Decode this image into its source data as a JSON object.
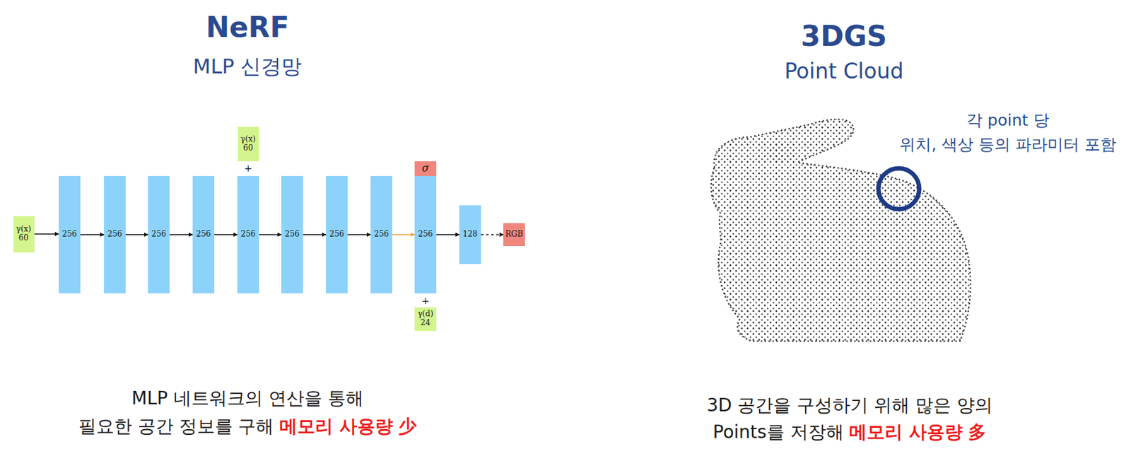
{
  "diagram": {
    "nodes": [
      {
        "text": [
          "γ(x)",
          "60"
        ]
      },
      {
        "text": [
          "256"
        ]
      },
      {
        "text": [
          "256"
        ]
      },
      {
        "text": [
          "256"
        ]
      },
      {
        "text": [
          "256"
        ]
      },
      {
        "text": [
          "γ(x)",
          "60"
        ]
      },
      {
        "text": [
          "256"
        ]
      },
      {
        "text": [
          "256"
        ]
      },
      {
        "text": [
          "256"
        ]
      },
      {
        "text": [
          "256"
        ]
      },
      {
        "text": [
          "σ"
        ]
      },
      {
        "text": [
          "256"
        ]
      },
      {
        "text": [
          "γ(d)",
          "24"
        ]
      },
      {
        "text": [
          "128"
        ]
      },
      {
        "text": [
          "RGB"
        ]
      }
    ],
    "edges": [
      {
        "from": 0,
        "to": 1,
        "arrow": "to"
      },
      {
        "from": 1,
        "to": 2,
        "arrow": "to"
      },
      {
        "from": 2,
        "to": 3,
        "arrow": "to"
      },
      {
        "from": 3,
        "to": 4,
        "arrow": "to"
      },
      {
        "from": 4,
        "to": 6,
        "arrow": "to"
      },
      {
        "from": 6,
        "to": 7,
        "arrow": "to"
      },
      {
        "from": 7,
        "to": 8,
        "arrow": "to"
      },
      {
        "from": 8,
        "to": 9,
        "arrow": "to"
      },
      {
        "from": 9,
        "to": 11,
        "arrow": "to"
      },
      {
        "from": 11,
        "to": 13,
        "arrow": "to"
      },
      {
        "from": 13,
        "to": 14,
        "arrow": "to"
      }
    ],
    "labels": [
      "NeRF",
      "MLP 신경망",
      "3DGS",
      "Point Cloud",
      "+",
      "+",
      "각 point 당",
      "위치, 색상 등의 파라미터 포함",
      "MLP 네트워크의 연산을 통해",
      "필요한 공간 정보를 구해",
      "메모리 사용량 少",
      "3D 공간을 구성하기 위해 많은 양의",
      "Points를 저장해",
      "메모리 사용량 多"
    ]
  }
}
